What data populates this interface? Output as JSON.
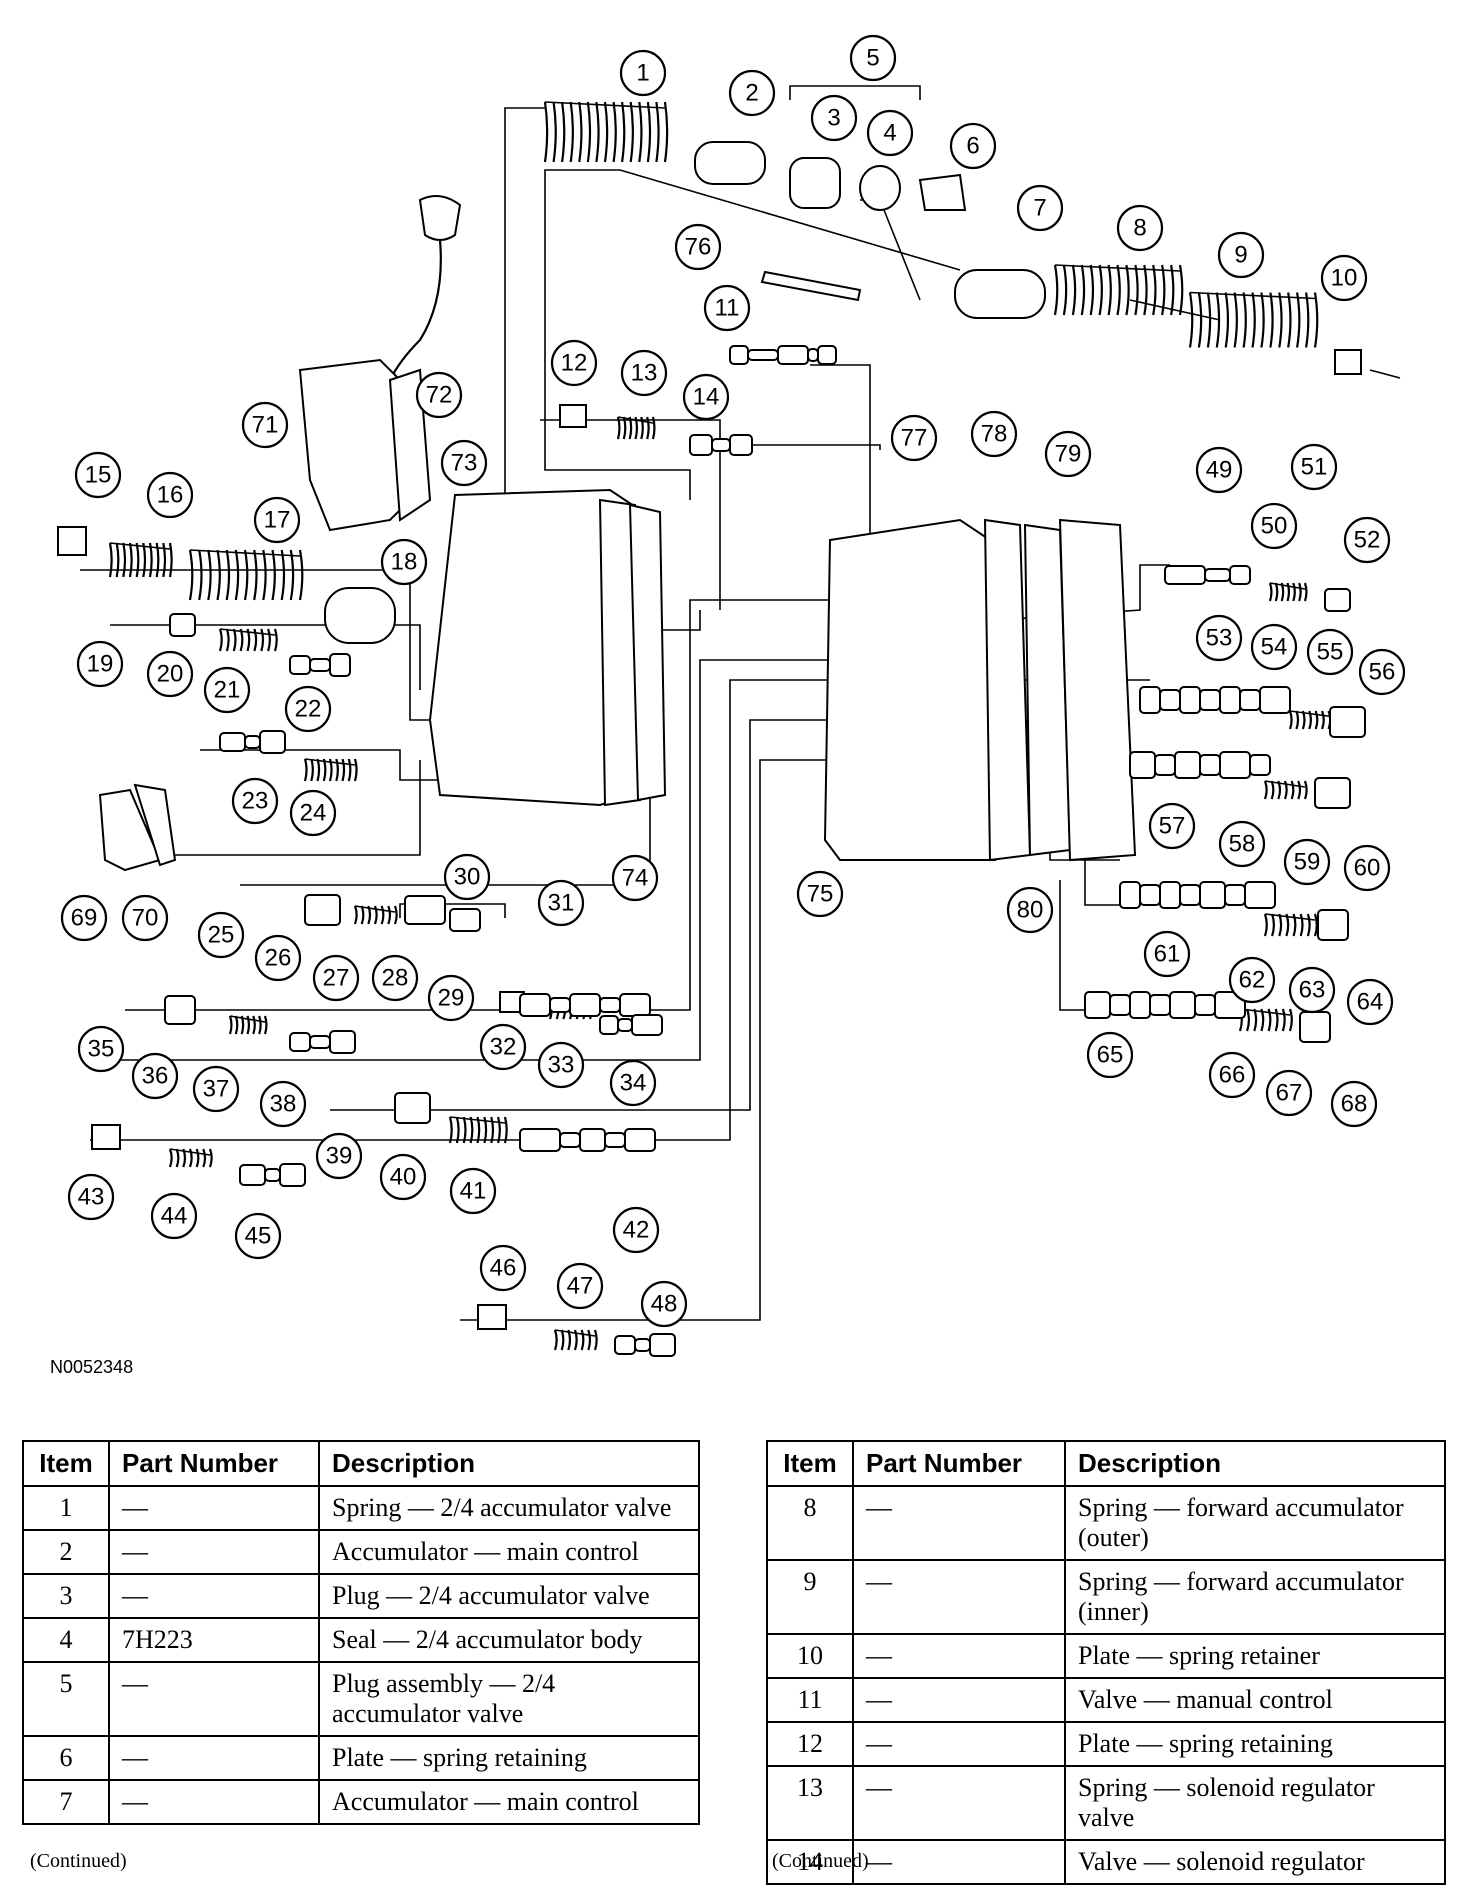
{
  "figure": {
    "id": "N0052348",
    "callouts": [
      "1",
      "2",
      "3",
      "4",
      "5",
      "6",
      "7",
      "8",
      "9",
      "10",
      "11",
      "12",
      "13",
      "14",
      "15",
      "16",
      "17",
      "18",
      "19",
      "20",
      "21",
      "22",
      "23",
      "24",
      "25",
      "26",
      "27",
      "28",
      "29",
      "30",
      "31",
      "32",
      "33",
      "34",
      "35",
      "36",
      "37",
      "38",
      "39",
      "40",
      "41",
      "42",
      "43",
      "44",
      "45",
      "46",
      "47",
      "48",
      "49",
      "50",
      "51",
      "52",
      "53",
      "54",
      "55",
      "56",
      "57",
      "58",
      "59",
      "60",
      "61",
      "62",
      "63",
      "64",
      "65",
      "66",
      "67",
      "68",
      "69",
      "70",
      "71",
      "72",
      "73",
      "74",
      "75",
      "76",
      "77",
      "78",
      "79",
      "80"
    ]
  },
  "tables": [
    {
      "headers": {
        "item": "Item",
        "part_number": "Part Number",
        "description": "Description"
      },
      "rows": [
        {
          "item": "1",
          "part_number": "—",
          "description": "Spring — 2/4 accumulator valve"
        },
        {
          "item": "2",
          "part_number": "—",
          "description": "Accumulator — main control"
        },
        {
          "item": "3",
          "part_number": "—",
          "description": "Plug — 2/4 accumulator valve"
        },
        {
          "item": "4",
          "part_number": "7H223",
          "description": "Seal — 2/4 accumulator body"
        },
        {
          "item": "5",
          "part_number": "—",
          "description": "Plug assembly — 2/4 accumulator valve"
        },
        {
          "item": "6",
          "part_number": "—",
          "description": "Plate — spring retaining"
        },
        {
          "item": "7",
          "part_number": "—",
          "description": "Accumulator — main control"
        }
      ],
      "footer": "(Continued)"
    },
    {
      "headers": {
        "item": "Item",
        "part_number": "Part Number",
        "description": "Description"
      },
      "rows": [
        {
          "item": "8",
          "part_number": "—",
          "description": "Spring — forward accumulator (outer)"
        },
        {
          "item": "9",
          "part_number": "—",
          "description": "Spring — forward accumulator (inner)"
        },
        {
          "item": "10",
          "part_number": "—",
          "description": "Plate — spring retainer"
        },
        {
          "item": "11",
          "part_number": "—",
          "description": "Valve — manual control"
        },
        {
          "item": "12",
          "part_number": "—",
          "description": "Plate — spring retaining"
        },
        {
          "item": "13",
          "part_number": "—",
          "description": "Spring — solenoid regulator valve"
        },
        {
          "item": "14",
          "part_number": "—",
          "description": "Valve — solenoid regulator"
        }
      ],
      "footer": "(Continued)"
    }
  ]
}
